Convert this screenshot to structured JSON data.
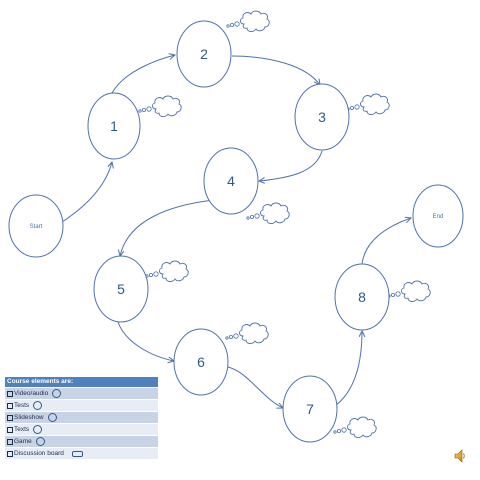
{
  "diagram": {
    "nodes": [
      {
        "id": "start",
        "label": "Start"
      },
      {
        "id": "n1",
        "label": "1"
      },
      {
        "id": "n2",
        "label": "2"
      },
      {
        "id": "n3",
        "label": "3"
      },
      {
        "id": "n4",
        "label": "4"
      },
      {
        "id": "n5",
        "label": "5"
      },
      {
        "id": "n6",
        "label": "6"
      },
      {
        "id": "n7",
        "label": "7"
      },
      {
        "id": "n8",
        "label": "8"
      },
      {
        "id": "end",
        "label": "End"
      }
    ],
    "edges": [
      {
        "from": "start",
        "to": "n1"
      },
      {
        "from": "n1",
        "to": "n2"
      },
      {
        "from": "n2",
        "to": "n3"
      },
      {
        "from": "n3",
        "to": "n4"
      },
      {
        "from": "n4",
        "to": "n5"
      },
      {
        "from": "n5",
        "to": "n6"
      },
      {
        "from": "n6",
        "to": "n7"
      },
      {
        "from": "n7",
        "to": "n8"
      },
      {
        "from": "n8",
        "to": "end"
      }
    ],
    "thought_bubbles_for": [
      "n1",
      "n2",
      "n3",
      "n4",
      "n5",
      "n6",
      "n7",
      "n8"
    ],
    "colors": {
      "stroke": "#4f72a8",
      "text": "#2e5a8c",
      "fill": "#ffffff"
    }
  },
  "legend": {
    "title": "Course elements are:",
    "items": [
      {
        "label": "Video/audio",
        "symbol": "circle"
      },
      {
        "label": "Tests",
        "symbol": "circle"
      },
      {
        "label": "Slideshow",
        "symbol": "circle"
      },
      {
        "label": "Texts",
        "symbol": "circle"
      },
      {
        "label": "Game",
        "symbol": "circle"
      },
      {
        "label": "Discussion board",
        "symbol": "pen"
      }
    ],
    "colors": {
      "header": "#4f81bd",
      "row_dark": "#c9d3e6",
      "row_light": "#e7ecf5"
    }
  },
  "audio": {
    "icon": "speaker-icon"
  }
}
